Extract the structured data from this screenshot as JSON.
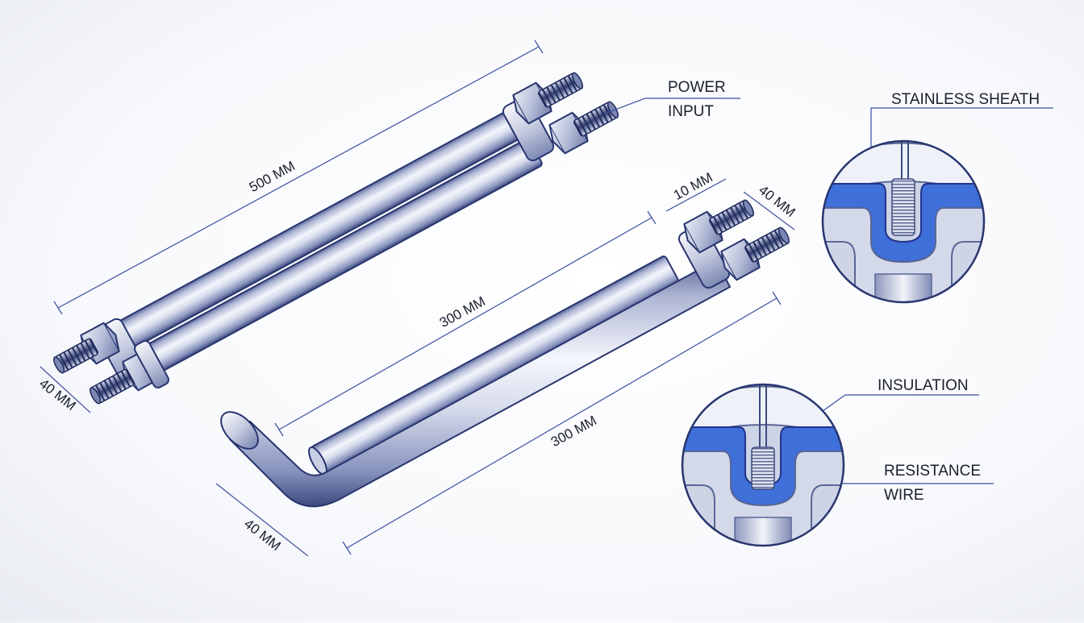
{
  "labels": {
    "power_input_line1": "POWER",
    "power_input_line2": "INPUT",
    "stainless_sheath": "STAINLESS SHEATH",
    "insulation": "INSULATION",
    "resistance_wire_line1": "RESISTANCE",
    "resistance_wire_line2": "WIRE"
  },
  "dimensions": {
    "straight_length": "500 MM",
    "straight_width": "40 MM",
    "bent_inner_length": "300 MM",
    "bent_outer_length": "300 MM",
    "bent_bottom_width": "40 MM",
    "terminal_spacing": "10 MM",
    "terminal_width": "40 MM"
  },
  "colors": {
    "line": "#2f3f86",
    "dimension_line": "#3a4fa0",
    "insulation_blue": "#3f6fd8",
    "metal_light": "#eef1f8",
    "metal_mid": "#b8c0da",
    "metal_dark": "#5a6796"
  },
  "icons": [
    "nut-icon",
    "threaded-terminal-icon"
  ]
}
